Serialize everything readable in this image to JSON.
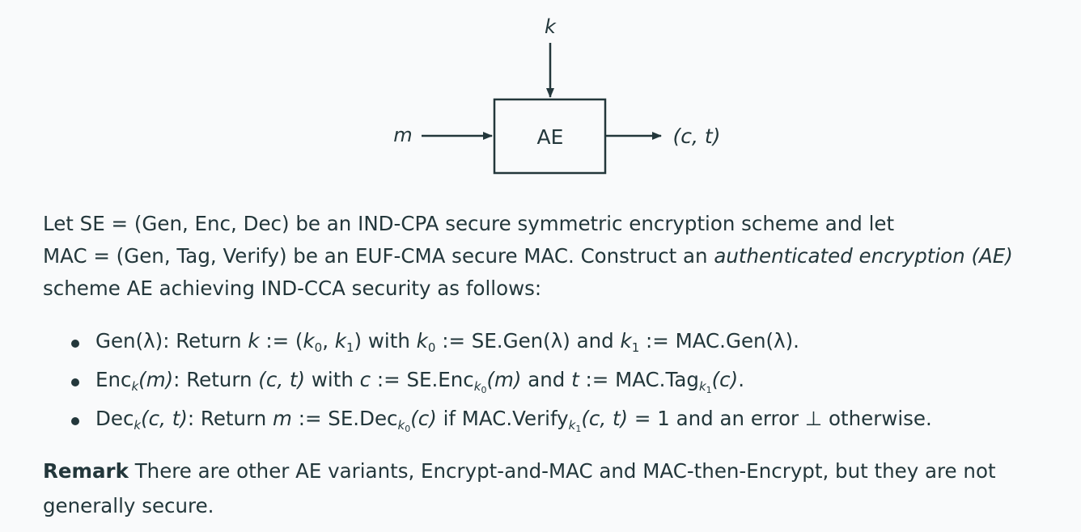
{
  "diagram": {
    "box_label": "AE",
    "key_label": "k",
    "input_label": "m",
    "output_label": "(c, t)"
  },
  "intro": {
    "line1": "Let SE = (Gen, Enc, Dec) be an IND-CPA secure symmetric encryption scheme and let",
    "line2_a": "MAC = (Gen, Tag, Verify) be an EUF-CMA secure MAC. Construct an ",
    "line2_em": "authenticated encryption (AE)",
    "line3": "scheme AE achieving IND-CCA security as follows:"
  },
  "bullets": {
    "gen": {
      "head": "Gen(λ): Return ",
      "k": "k",
      "assign": " := (",
      "k0": "k",
      "k0_sub": "0",
      "comma": ", ",
      "k1": "k",
      "k1_sub": "1",
      "rest1": ") with ",
      "k0b": "k",
      "k0b_sub": "0",
      "rest2": " := SE.Gen(λ) and ",
      "k1b": "k",
      "k1b_sub": "1",
      "rest3": " := MAC.Gen(λ)."
    },
    "enc": {
      "head": "Enc",
      "sub": "k",
      "arg": "(m)",
      "text1": ": Return ",
      "ct": "(c, t)",
      "text2": " with ",
      "c": "c",
      "text3": " := SE.Enc",
      "sub2": "k",
      "sub2_sub": "0",
      "arg2": "(m)",
      "text4": " and ",
      "t": "t",
      "text5": " := MAC.Tag",
      "sub3": "k",
      "sub3_sub": "1",
      "arg3": "(c)",
      "end": "."
    },
    "dec": {
      "head": "Dec",
      "sub": "k",
      "arg": "(c, t)",
      "text1": ": Return ",
      "m": "m",
      "text2": " := SE.Dec",
      "sub2": "k",
      "sub2_sub": "0",
      "arg2": "(c)",
      "text3": " if MAC.Verify",
      "sub3": "k",
      "sub3_sub": "1",
      "arg3": "(c, t)",
      "text4": " = 1 and an error ⊥ otherwise."
    }
  },
  "remark": {
    "label": "Remark",
    "text": " There are other AE variants, Encrypt-and-MAC and MAC-then-Encrypt, but they are not generally secure."
  },
  "colors": {
    "text": "#23373b",
    "background": "#f9fafb"
  }
}
